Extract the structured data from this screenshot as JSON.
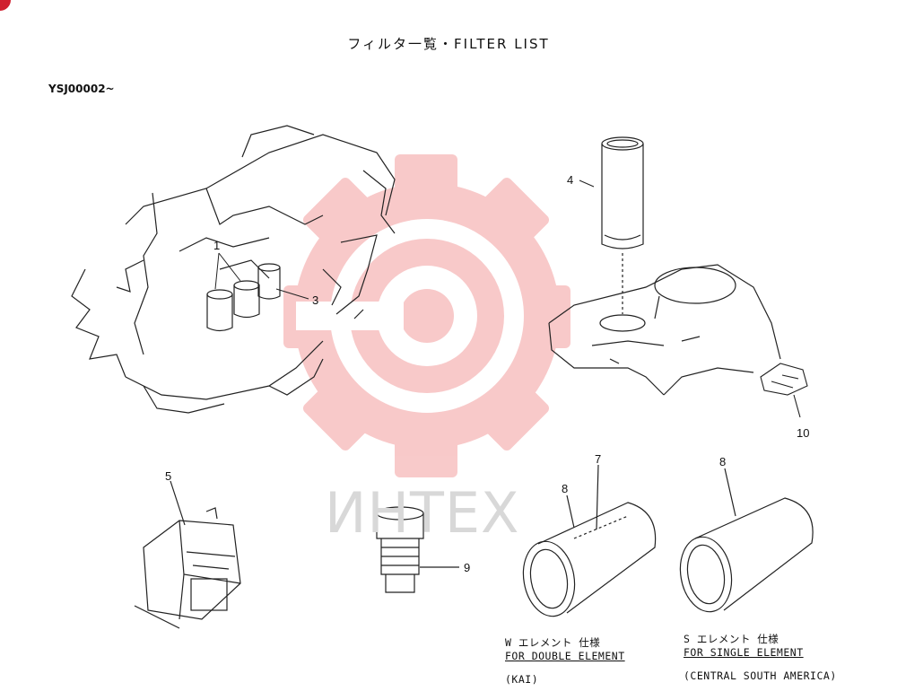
{
  "header": {
    "title": "フィルタ一覧・FILTER LIST",
    "serial_range": "YSJ00002~"
  },
  "callouts": {
    "c1": "1",
    "c3": "3",
    "c4": "4",
    "c5": "5",
    "c7": "7",
    "c8a": "8",
    "c8b": "8",
    "c9": "9",
    "c10": "10"
  },
  "captions": {
    "double": {
      "jp": "W エレメント 仕様",
      "en": "FOR DOUBLE ELEMENT",
      "note": "(KAI)"
    },
    "single": {
      "jp": "S エレメント 仕様",
      "en": "FOR SINGLE ELEMENT",
      "note": "(CENTRAL SOUTH AMERICA)"
    }
  },
  "watermark": {
    "text": "ИНТЕХ",
    "color": "#f4b4b4"
  },
  "colors": {
    "ink": "#111111",
    "watermark_gray": "#d8d8d8",
    "corner_badge": "#d0202f"
  }
}
